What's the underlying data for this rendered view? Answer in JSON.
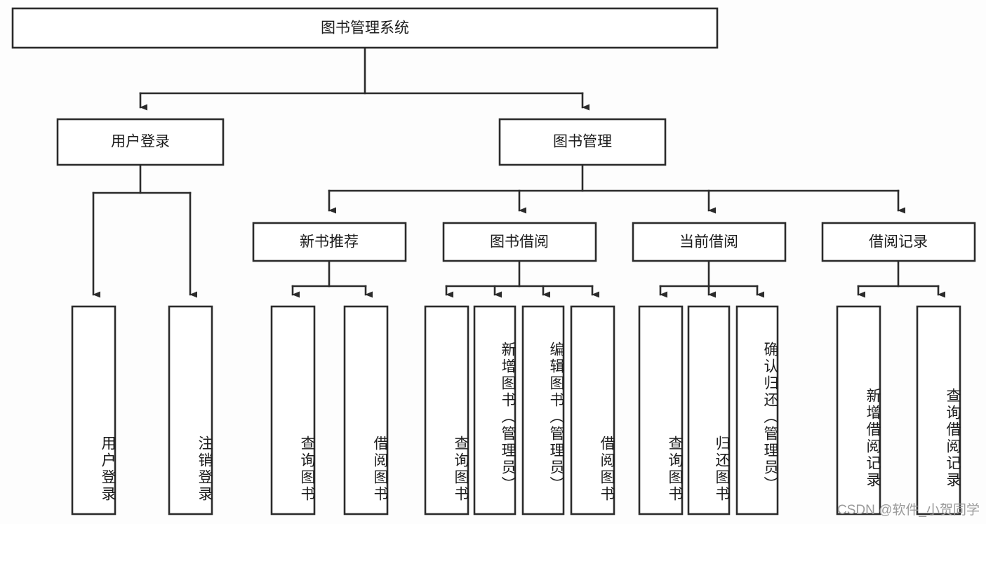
{
  "diagram": {
    "title": "图书管理系统",
    "type": "tree-hierarchy-chart",
    "root": {
      "label": "图书管理系统"
    },
    "level2": [
      {
        "label": "用户登录"
      },
      {
        "label": "图书管理"
      }
    ],
    "level3": [
      {
        "label": "新书推荐"
      },
      {
        "label": "图书借阅"
      },
      {
        "label": "当前借阅"
      },
      {
        "label": "借阅记录"
      }
    ],
    "leaves": [
      {
        "label": "用户登录"
      },
      {
        "label": "注销登录"
      },
      {
        "label": "查询图书"
      },
      {
        "label": "借阅图书"
      },
      {
        "label": "查询图书"
      },
      {
        "label": "新增图书（管理员）"
      },
      {
        "label": "编辑图书（管理员）"
      },
      {
        "label": "借阅图书"
      },
      {
        "label": "查询图书"
      },
      {
        "label": "归还图书"
      },
      {
        "label": "确认归还（管理员）"
      },
      {
        "label": "新增借阅记录"
      },
      {
        "label": "查询借阅记录"
      }
    ]
  },
  "watermark": {
    "text": "CSDN @软件_小贺同学"
  },
  "colors": {
    "stroke": "#2b2b2b",
    "box_fill": "#ffffff",
    "text": "#1c1c1c",
    "watermark": "#9a9a9a",
    "background": "#fdfdfd"
  }
}
